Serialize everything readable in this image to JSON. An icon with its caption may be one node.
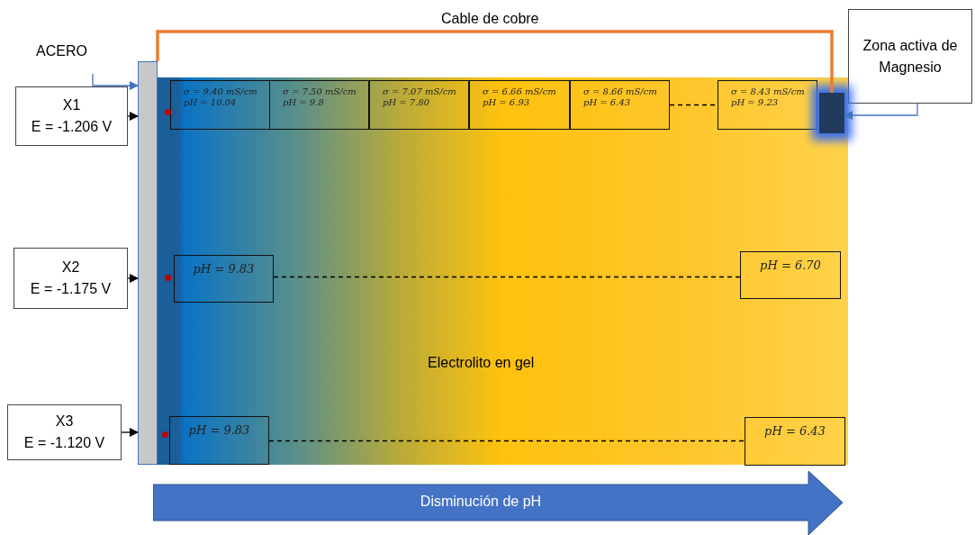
{
  "diagram": {
    "nodes": [
      {
        "text": [
          "ACERO"
        ]
      },
      {
        "text": [],
        "shape": "bar"
      },
      {
        "text": [
          "Zona activa de Magnesio"
        ]
      },
      {
        "text": [
          "X1",
          "E = -1.206 V"
        ]
      },
      {
        "text": [
          "Electrolito en gel"
        ]
      },
      {
        "text": [
          "σ = 9.40 mS/cm",
          "pH = 10.04"
        ],
        "in": 4
      },
      {
        "text": [
          "σ = 7.50 mS/cm",
          "pH = 9.8"
        ],
        "in": 4
      },
      {
        "text": [
          "σ = 7.07 mS/cm",
          "pH = 7.80"
        ],
        "in": 4
      },
      {
        "text": [
          "σ = 6.66 mS/cm",
          "pH = 6.93"
        ],
        "in": 4
      },
      {
        "text": [
          "σ = 8.66 mS/cm",
          "pH = 6.43"
        ],
        "in": 4
      },
      {
        "text": [
          "σ = 8.43 mS/cm",
          "pH = 9.23"
        ],
        "in": 4
      },
      {
        "text": [],
        "shape": "box",
        "in": 4
      },
      {
        "text": [
          "X2",
          "E = -1.175 V"
        ]
      },
      {
        "text": [
          "pH = 9.83"
        ],
        "in": 4
      },
      {
        "text": [
          "pH = 6.70"
        ],
        "in": 4
      },
      {
        "text": [
          "X3",
          "E = -1.120 V"
        ]
      },
      {
        "text": [
          "pH = 9.83"
        ],
        "in": 4
      },
      {
        "text": [
          "pH = 6.43"
        ],
        "in": 4
      },
      {
        "text": [
          "Disminución de pH"
        ]
      }
    ],
    "edges": [
      {
        "from": 0,
        "to": 1,
        "arrow": "to",
        "color": "#4472c4"
      },
      {
        "from": 2,
        "to": 11,
        "arrow": "to",
        "color": "#4472c4"
      },
      {
        "from": 1,
        "to": 11,
        "arrow": "none",
        "label": "Cable de cobre",
        "color": "#ed7d31",
        "style": "thick"
      },
      {
        "from": 3,
        "to": 1,
        "arrow": "to"
      },
      {
        "from": 12,
        "to": 1,
        "arrow": "to"
      },
      {
        "from": 15,
        "to": 1,
        "arrow": "to"
      },
      {
        "from": 9,
        "to": 10,
        "arrow": "none",
        "style": "dashed"
      },
      {
        "from": 13,
        "to": 14,
        "arrow": "none",
        "style": "dashed"
      },
      {
        "from": 16,
        "to": 17,
        "arrow": "none",
        "style": "dashed"
      }
    ]
  }
}
